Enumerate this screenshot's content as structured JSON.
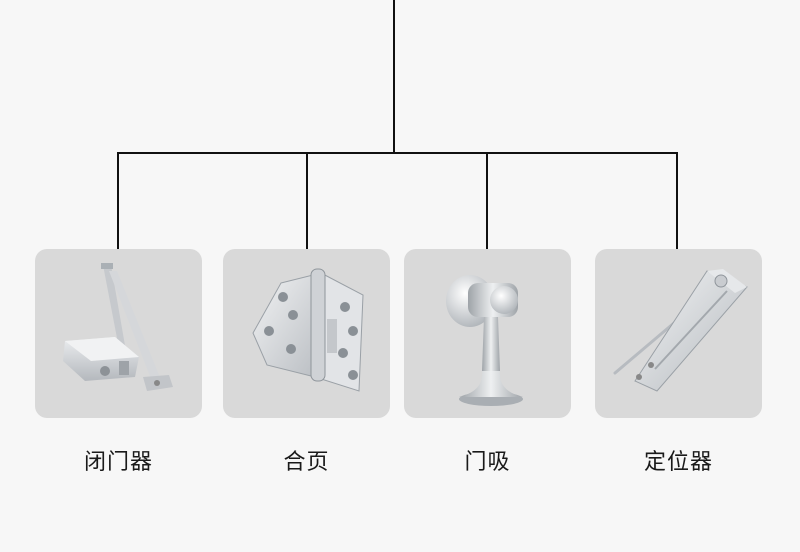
{
  "products": [
    {
      "label": "闭门器",
      "icon": "door-closer-icon"
    },
    {
      "label": "合页",
      "icon": "hinge-icon"
    },
    {
      "label": "门吸",
      "icon": "door-stopper-icon"
    },
    {
      "label": "定位器",
      "icon": "door-positioner-icon"
    }
  ],
  "colors": {
    "background": "#f7f7f7",
    "card": "#d9d9d9",
    "line": "#111111",
    "metal": "#c9ccd0"
  }
}
